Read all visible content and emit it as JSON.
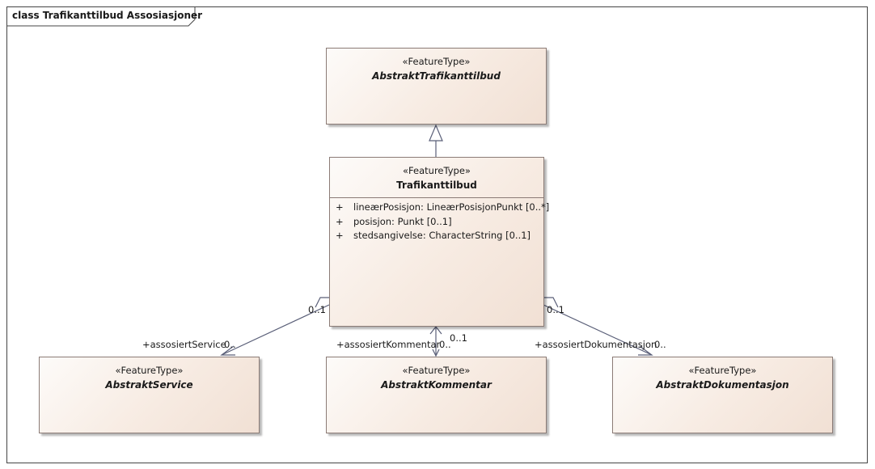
{
  "frame": {
    "title": "class Trafikanttilbud Assosiasjoner"
  },
  "classes": {
    "abstrakt_trafikanttilbud": {
      "stereotype": "«FeatureType»",
      "name": "AbstraktTrafikanttilbud"
    },
    "trafikanttilbud": {
      "stereotype": "«FeatureType»",
      "name": "Trafikanttilbud",
      "attributes": [
        {
          "visibility": "+",
          "text": "lineærPosisjon: LineærPosisjonPunkt [0..*]"
        },
        {
          "visibility": "+",
          "text": "posisjon: Punkt [0..1]"
        },
        {
          "visibility": "+",
          "text": "stedsangivelse: CharacterString [0..1]"
        }
      ]
    },
    "abstrakt_service": {
      "stereotype": "«FeatureType»",
      "name": "AbstraktService"
    },
    "abstrakt_kommentar": {
      "stereotype": "«FeatureType»",
      "name": "AbstraktKommentar"
    },
    "abstrakt_dokumentasjon": {
      "stereotype": "«FeatureType»",
      "name": "AbstraktDokumentasjon"
    }
  },
  "associations": {
    "service": {
      "source_multiplicity": "0..1",
      "role": "+assosiertService",
      "target_multiplicity": "0.."
    },
    "kommentar": {
      "source_multiplicity": "0..1",
      "role": "+assosiertKommentar",
      "target_multiplicity": "0.."
    },
    "dokumentasjon": {
      "source_multiplicity": "0..1",
      "role": "+assosiertDokumentasjon",
      "target_multiplicity": "0.."
    }
  },
  "colors": {
    "border": "#8b7b76",
    "line": "#5a5f78",
    "fill_light": "#fdfbf9",
    "fill_dark": "#f1e0d4"
  }
}
